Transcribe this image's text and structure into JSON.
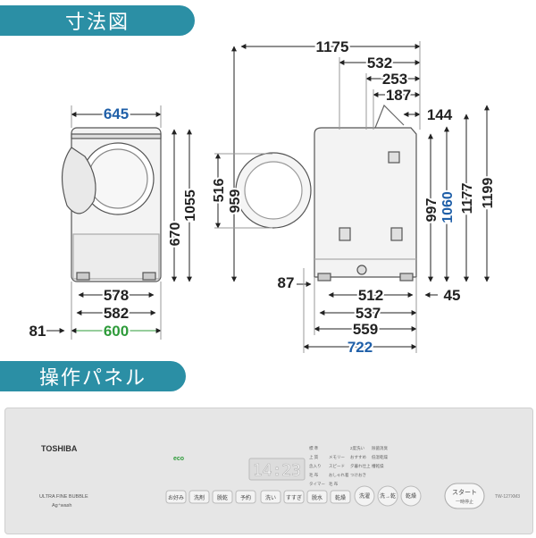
{
  "headers": {
    "dimensions": "寸法図",
    "panel": "操作パネル"
  },
  "colors": {
    "header_bg": "#2b8fa5",
    "green_dim": "#2e9b3a",
    "blue_dim": "#1f5fa8",
    "black_dim": "#222222"
  },
  "front_view": {
    "top_width": "645",
    "widths": [
      "578",
      "582",
      "600"
    ],
    "left_offset": "81",
    "heights": [
      "670",
      "1055"
    ]
  },
  "door_view": {
    "heights": [
      "516",
      "959"
    ]
  },
  "side_view": {
    "top_depths": [
      "1175",
      "532",
      "253",
      "187"
    ],
    "small_top": "144",
    "left_offset": "87",
    "right_offset": "45",
    "bottom_depths": [
      "512",
      "537",
      "559",
      "722"
    ],
    "heights": [
      "997",
      "1060",
      "1177",
      "1199"
    ]
  },
  "panel": {
    "brand": "TOSHIBA",
    "ufb_line1": "ULTRA FINE BUBBLE",
    "ufb_line2": "Ag⁺wash",
    "eco": "eco",
    "clock": "14:23",
    "model": "TW-127XM3",
    "buttons": [
      "お好み",
      "洗剤",
      "脱乾",
      "予約",
      "洗い",
      "すすぎ",
      "脱水",
      "乾燥",
      "洗濯",
      "洗→乾",
      "乾燥"
    ],
    "start_line1": "スタート",
    "start_line2": "一時停止",
    "menu_col1": [
      "標 準",
      "上 質",
      "念入り",
      "毛 布",
      "タイマー"
    ],
    "menu_col2": [
      "メモリー",
      "スピード",
      "おしゃれ着",
      "毛 布"
    ],
    "menu_col3": [
      "2度洗い",
      "おすすめ",
      "夕暮れ仕上",
      "つけおき"
    ],
    "menu_col4": [
      "除菌消臭",
      "低温乾燥",
      "槽乾燥"
    ]
  }
}
